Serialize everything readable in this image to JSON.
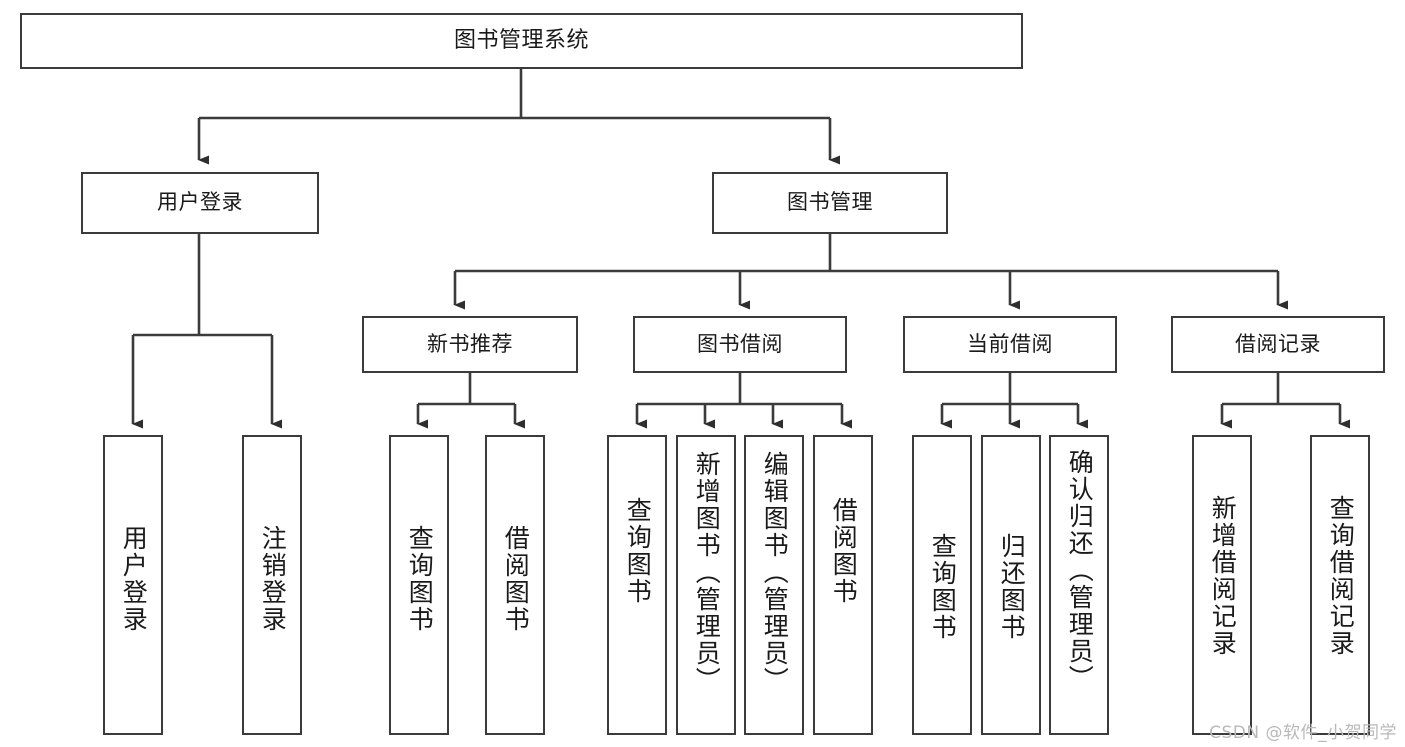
{
  "diagram": {
    "type": "tree",
    "title": "图书管理系统",
    "style": {
      "background": "#ffffff",
      "box_border": "#3b3b3b",
      "box_fill": "#ffffff",
      "text_color": "#1a1a1a",
      "connector_color": "#3b3b3b",
      "watermark_color": "#b9b9b9"
    },
    "root": {
      "label": "图书管理系统"
    },
    "level2": [
      {
        "label": "用户登录"
      },
      {
        "label": "图书管理"
      }
    ],
    "level3": [
      {
        "label": "新书推荐"
      },
      {
        "label": "图书借阅"
      },
      {
        "label": "当前借阅"
      },
      {
        "label": "借阅记录"
      }
    ],
    "leaves": {
      "user_login": [
        {
          "label": "用户登录"
        },
        {
          "label": "注销登录"
        }
      ],
      "new_book": [
        {
          "label": "查询图书"
        },
        {
          "label": "借阅图书"
        }
      ],
      "borrow": [
        {
          "label": "查询图书"
        },
        {
          "label": "新增图书（管理员）"
        },
        {
          "label": "编辑图书（管理员）"
        },
        {
          "label": "借阅图书"
        }
      ],
      "current": [
        {
          "label": "查询图书"
        },
        {
          "label": "归还图书"
        },
        {
          "label": "确认归还（管理员）"
        }
      ],
      "records": [
        {
          "label": "新增借阅记录"
        },
        {
          "label": "查询借阅记录"
        }
      ]
    }
  },
  "watermark": {
    "text": "CSDN @软件_小贺同学"
  }
}
